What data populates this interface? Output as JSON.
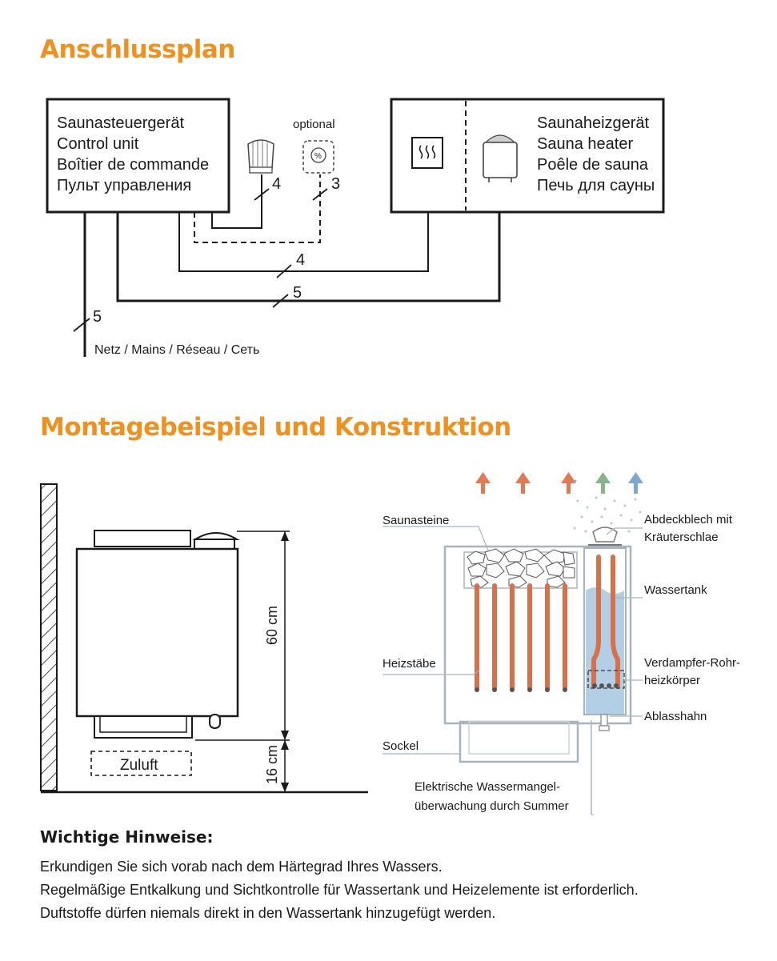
{
  "headings": {
    "wiring": "Anschlussplan",
    "mounting": "Montagebeispiel und Konstruktion"
  },
  "wiring": {
    "control_unit": [
      "Saunasteuergerät",
      "Control unit",
      "Boîtier de commande",
      "Пульт управления"
    ],
    "heater": [
      "Saunaheizgerät",
      "Sauna heater",
      "Poêle de sauna",
      "Печь для сауны"
    ],
    "optional": "optional",
    "sensor_cable": "4",
    "optional_cable": "3",
    "link_cable": "4",
    "power_cable": "5",
    "mains_cable": "5",
    "mains_label": "Netz / Mains / Réseau / Сеть",
    "icons": [
      "temperature-sensor-icon",
      "humidity-sensor-icon",
      "heat-symbol-icon",
      "sauna-heater-icon"
    ]
  },
  "mounting": {
    "height_upper": "60 cm",
    "height_lower": "16 cm",
    "air_inlet": "Zuluft"
  },
  "construction": {
    "stones": "Saunasteine",
    "cover": [
      "Abdeckblech mit",
      "Kräuterschlae"
    ],
    "tank": "Wassertank",
    "rods": "Heizstäbe",
    "evaporator": [
      "Verdampfer-Rohr-",
      "heizkörper"
    ],
    "drain": "Ablasshahn",
    "base": "Sockel",
    "monitor": [
      "Elektrische Wassermangel-",
      "überwachung durch Summer"
    ]
  },
  "notes": {
    "title": "Wichtige Hinweise:",
    "lines": [
      "Erkundigen Sie sich vorab nach dem Härtegrad Ihres Wassers.",
      "Regelmäßige Entkalkung und Sichtkontrolle für Wassertank und Heizelemente ist erforderlich.",
      "Duftstoffe dürfen niemals direkt in den Wassertank hinzugefügt werden."
    ]
  },
  "colors": {
    "accent": "#f0901e",
    "heat_arrow": "#e07a52",
    "cool_arrow": "#7ea8d2",
    "steam_arrow": "#8ab38a",
    "rod": "#d8704a",
    "water": "#9fc3de"
  }
}
